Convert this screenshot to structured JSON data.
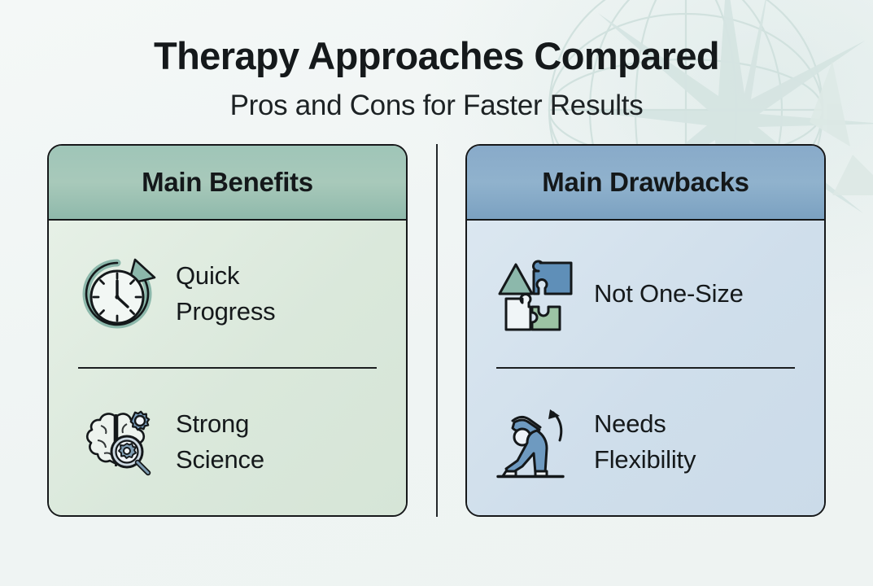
{
  "header": {
    "title": "Therapy Approaches Compared",
    "subtitle": "Pros and Cons for Faster Results"
  },
  "colors": {
    "page_background": "#f2f6f5",
    "benefits_header": "#a8c9ba",
    "benefits_body": "#dae8db",
    "drawbacks_header": "#90b2cd",
    "drawbacks_body": "#cfdeeb",
    "border": "#16181a",
    "text": "#15191b",
    "icon_teal": "#8cb8ab",
    "icon_blue": "#6e9ac0",
    "icon_green": "#9cc3a4"
  },
  "columns": [
    {
      "id": "benefits",
      "header": "Main Benefits",
      "rows": [
        {
          "icon": "clock-arrow-icon",
          "label_line1": "Quick",
          "label_line2": "Progress"
        },
        {
          "icon": "brain-gear-magnifier-icon",
          "label_line1": "Strong",
          "label_line2": "Science"
        }
      ]
    },
    {
      "id": "drawbacks",
      "header": "Main Drawbacks",
      "rows": [
        {
          "icon": "puzzle-pieces-triangle-icon",
          "label_line1": "Not One-Size",
          "label_line2": ""
        },
        {
          "icon": "yoga-stretch-icon",
          "label_line1": "Needs",
          "label_line2": "Flexibility"
        }
      ]
    }
  ],
  "decoration": {
    "watermark": "globe-compass-star-watermark"
  }
}
